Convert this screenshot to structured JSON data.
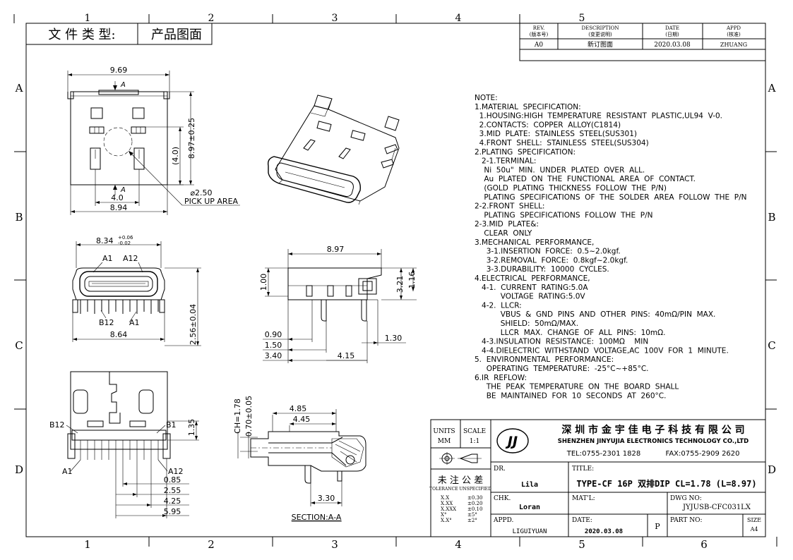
{
  "border": {
    "cols_top": [
      "1",
      "2",
      "3",
      "4",
      "5"
    ],
    "cols_bottom": [
      "1",
      "2",
      "3",
      "4",
      "5",
      "6"
    ],
    "rows": [
      "A",
      "B",
      "C",
      "D"
    ]
  },
  "header": {
    "doc_type_label": "文 件 类 型:",
    "doc_type_value": "产品图面"
  },
  "revision": {
    "col_rev": "REV.",
    "col_rev_cn": "(版本号)",
    "col_desc": "DESCRIPTION",
    "col_desc_cn": "(变更说明)",
    "col_date": "DATE",
    "col_date_cn": "(日期)",
    "col_appd": "APPD",
    "col_appd_cn": "(核准)",
    "rev": "A0",
    "desc": "新订图面",
    "date": "2020.03.08",
    "appd": "ZHUANG"
  },
  "dims": {
    "top_width": "9.69",
    "top_height": "8.97±0.25",
    "top_inner": "(4.0)",
    "sec_a": "A",
    "top_pitch": "4.0",
    "top_bottom_width": "8.94",
    "pick_dia": "⌀2.50",
    "pick_label": "PICK UP AREA",
    "front_width": "8.34",
    "front_tol_plus": "+0.06",
    "front_tol_minus": "-0.02",
    "pin_a1": "A1",
    "pin_a12": "A12",
    "pin_b12": "B12",
    "pin_b1": "B1",
    "front_bottom": "8.64",
    "front_height": "2.56±0.04",
    "side_width": "8.97",
    "side_100": "1.00",
    "side_321": "3.21",
    "side_116": "1.16",
    "side_090": "0.90",
    "side_150": "1.50",
    "side_340": "3.40",
    "side_415": "4.15",
    "side_130": "1.30",
    "bot_135": "1.35",
    "bot_085": "0.85",
    "bot_255": "2.55",
    "bot_425": "4.25",
    "bot_595": "5.95",
    "sec_ch": "CH=1.78",
    "sec_070": "0.70±0.05",
    "sec_485": "4.85",
    "sec_445": "4.45",
    "sec_330": "3.30",
    "section_label": "SECTION:A-A"
  },
  "notes": [
    "NOTE:",
    "1.MATERIAL  SPECIFICATION:",
    "  1.HOUSING:HIGH  TEMPERATURE  RESISTANT  PLASTIC,UL94  V-0.",
    "  2.CONTACTS:  COPPER  ALLOY(C1814)",
    "  3.MID  PLATE:  STAINLESS  STEEL(SUS301)",
    "  4.FRONT  SHELL:  STAINLESS  STEEL(SUS304)",
    "2.PLATING  SPECIFICATION:",
    "   2-1.TERMINAL:",
    "    Ni  50u\"  MIN.  UNDER  PLATED  OVER  ALL.",
    "    Au  PLATED  ON  THE  FUNCTIONAL  AREA  OF  CONTACT.",
    "    (GOLD  PLATING  THICKNESS  FOLLOW  THE  P/N)",
    "    PLATING  SPECIFICATIONS  OF  THE  SOLDER  AREA  FOLLOW  THE  P/N",
    "2-2.FRONT  SHELL:",
    "    PLATING  SPECIFICATIONS  FOLLOW  THE  P/N",
    "2-3.MID  PLATE&:",
    "    CLEAR  ONLY",
    "3.MECHANICAL  PERFORMANCE,",
    "     3-1.INSERTION  FORCE:  0.5~2.0kgf.",
    "     3-2.REMOVAL  FORCE:  0.8kgf~2.0kgf.",
    "     3-3.DURABILITY:  10000  CYCLES.",
    "4.ELECTRICAL  PERFORMANCE,",
    "   4-1.  CURRENT  RATING:5.0A",
    "           VOLTAGE  RATING:5.0V",
    "   4-2.  LLCR:",
    "           VBUS  &  GND  PINS  AND  OTHER  PINS:  40mΩ/PIN  MAX.",
    "           SHIELD:  50mΩ/MAX.",
    "           LLCR  MAX.  CHANGE  OF  ALL  PINS:  10mΩ.",
    "   4-3.INSULATION  RESISTANCE:  100MΩ    MIN",
    "   4-4.DIELECTRIC  WITHSTAND  VOLTAGE,AC  100V  FOR  1  MINUTE.",
    "5.  ENVIRONMENTAL  PERFORMANCE:",
    "     OPERATING  TEMPERATURE:  -25°C~+85°C.",
    "6.IR  REFLOW:",
    "     THE  PEAK  TEMPERATURE  ON  THE  BOARD  SHALL",
    "     BE  MAINTAINED  FOR  10  SECONDS  AT  260°C."
  ],
  "titleblock": {
    "units_label": "UNITS",
    "units_value": "MM",
    "scale_label": "SCALE",
    "scale_value": "1:1",
    "logo_text": "JJ",
    "company_cn": "深 圳 市 金 宇 佳 电 子 科 技 有 限 公 司",
    "company_en": "SHENZHEN  JINYUJIA  ELECTRONICS TECHNOLOGY  CO.,LTD",
    "tel": "TEL:0755-2301 1828",
    "fax": "FAX:0755-2909 2620",
    "tol_cn": "未 注 公 差",
    "tol_en": "TOLERANCE UNSPECIFIED",
    "tol_rows": [
      [
        "X.X",
        "±0.30"
      ],
      [
        "X.XX",
        "±0.20"
      ],
      [
        "X.XXX",
        "±0.10"
      ],
      [
        "X°",
        "±5°"
      ],
      [
        "X.X°",
        "±2°"
      ]
    ],
    "dr_label": "DR.",
    "dr_value": "Lila",
    "chk_label": "CHK.",
    "chk_value": "Loran",
    "appd_label": "APPD.",
    "appd_value": "LIGUIYUAN",
    "title_label": "TITLE:",
    "title_value": "TYPE-CF 16P 双排DIP CL=1.78 (L=8.97)",
    "matl_label": "MAT'L:",
    "dwg_label": "DWG NO:",
    "dwg_value": "JYJUSB-CFC031LX",
    "date_label": "DATE:",
    "date_value": "2020.03.08",
    "p_label": "P",
    "part_label": "PART NO:",
    "size_label": "SIZE",
    "size_value": "A4"
  }
}
